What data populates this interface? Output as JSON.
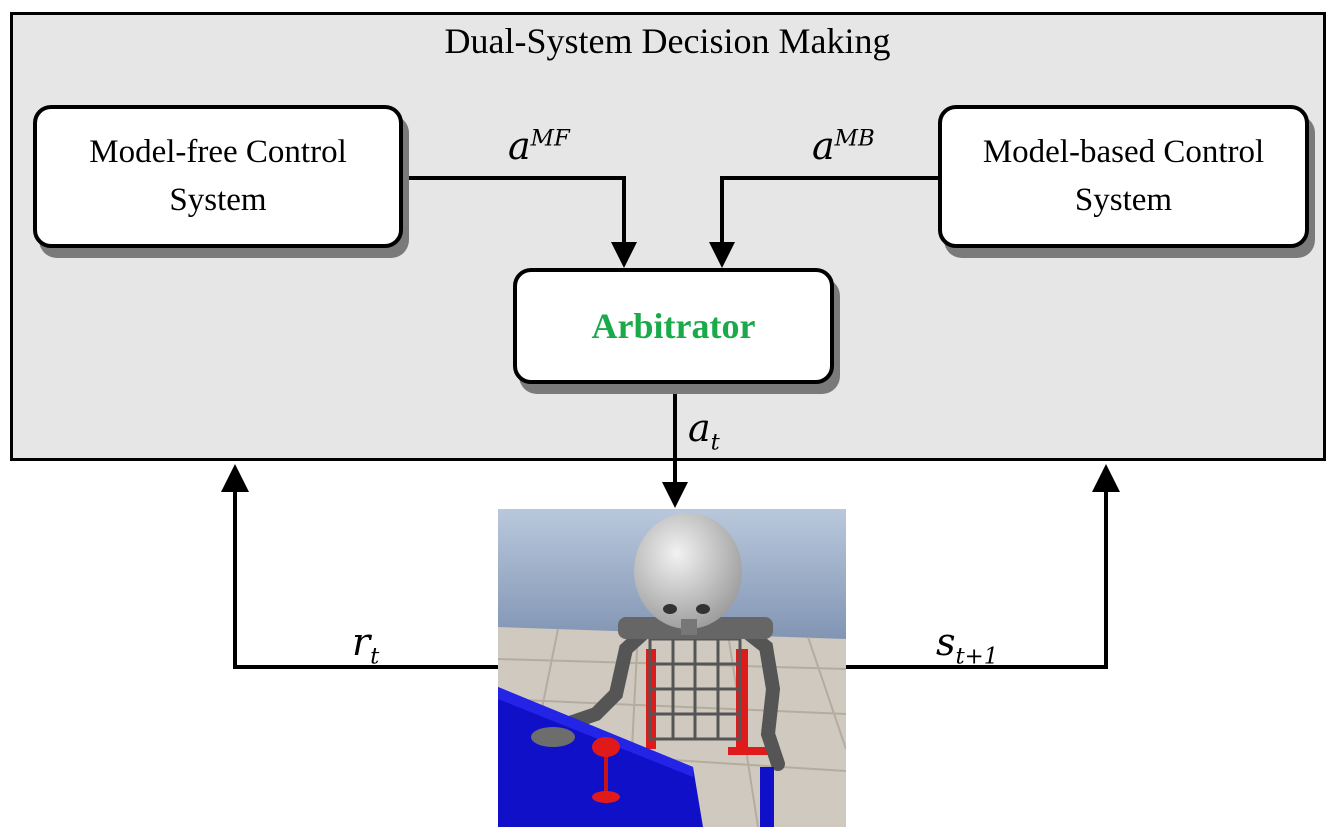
{
  "diagram": {
    "title": "Dual-System Decision Making",
    "model_free_box": {
      "line1": "Model-free Control",
      "line2": "System"
    },
    "model_based_box": {
      "line1": "Model-based Control",
      "line2": "System"
    },
    "arbitrator_box": {
      "label": "Arbitrator"
    },
    "edge_labels": {
      "a_mf": {
        "base": "a",
        "sup": "MF"
      },
      "a_mb": {
        "base": "a",
        "sup": "MB"
      },
      "a_t": {
        "base": "a",
        "sub": "t"
      },
      "r_t": {
        "base": "r",
        "sub": "t"
      },
      "s_t1": {
        "base": "s",
        "sub": "t+1"
      }
    },
    "colors": {
      "arbitrator_text": "#1aaa4a",
      "panel_background": "#e6e6e6",
      "box_shadow": "#7a7a7a",
      "table": "#1010c8",
      "robot_frame": "#e01a1a"
    },
    "image": {
      "subject": "humanoid-robot-at-table-with-red-cup"
    }
  }
}
